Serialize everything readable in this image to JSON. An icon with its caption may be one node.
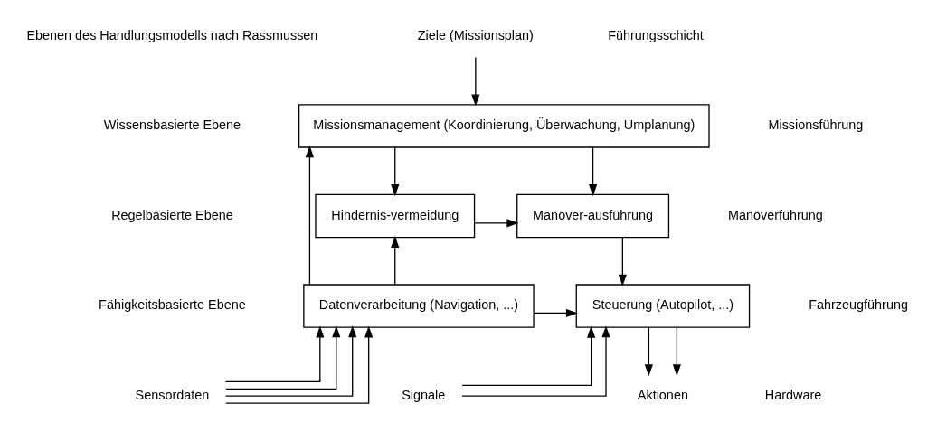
{
  "diagram": {
    "nodes": [
      {
        "text": [
          "Ziele (Missionsplan)"
        ]
      },
      {
        "text": [
          "Missionsmanagement (Koordinierung, Überwachung, Umplanung)"
        ]
      },
      {
        "text": [
          "Hindernis-vermeidung"
        ]
      },
      {
        "text": [
          "Manöver-ausführung"
        ]
      },
      {
        "text": [
          "Datenverarbeitung (Navigation, ...)"
        ]
      },
      {
        "text": [
          "Steuerung (Autopilot, ...)"
        ]
      },
      {
        "text": [
          "Sensordaten"
        ]
      },
      {
        "text": [
          "Signale"
        ]
      },
      {
        "text": [
          "Aktionen"
        ]
      }
    ],
    "edges": [
      {
        "from": 0,
        "to": 1,
        "arrow": "to"
      },
      {
        "from": 4,
        "to": 1,
        "arrow": "to"
      },
      {
        "from": 4,
        "to": 2,
        "arrow": "to"
      },
      {
        "from": 1,
        "to": 2,
        "arrow": "to"
      },
      {
        "from": 1,
        "to": 3,
        "arrow": "to"
      },
      {
        "from": 2,
        "to": 3,
        "arrow": "to"
      },
      {
        "from": 3,
        "to": 5,
        "arrow": "to"
      },
      {
        "from": 4,
        "to": 5,
        "arrow": "to"
      },
      {
        "from": 6,
        "to": 4,
        "arrow": "to"
      },
      {
        "from": 6,
        "to": 4,
        "arrow": "to"
      },
      {
        "from": 6,
        "to": 4,
        "arrow": "to"
      },
      {
        "from": 6,
        "to": 4,
        "arrow": "to"
      },
      {
        "from": 7,
        "to": 5,
        "arrow": "to"
      },
      {
        "from": 7,
        "to": 5,
        "arrow": "to"
      },
      {
        "from": 5,
        "to": 8,
        "arrow": "to"
      },
      {
        "from": 5,
        "to": 8,
        "arrow": "to"
      }
    ],
    "labels": [
      "Ebenen des Handlungsmodells nach Rassmussen",
      "Führungsschicht",
      "Wissensbasierte Ebene",
      "Missionsführung",
      "Regelbasierte Ebene",
      "Manöverführung",
      "Fähigkeitsbasierte Ebene",
      "Fahrzeugführung",
      "Hardware"
    ]
  }
}
